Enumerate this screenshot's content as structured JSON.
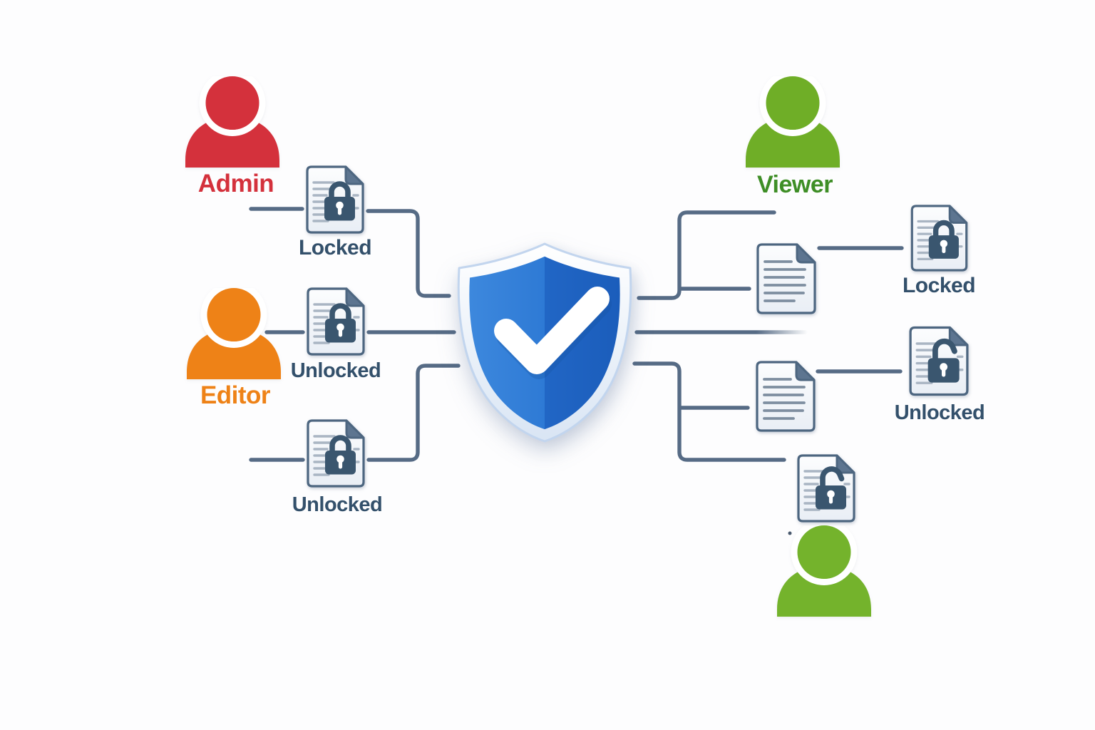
{
  "diagram_title": "",
  "actors": [
    {
      "id": "admin",
      "label": "Admin",
      "color": "#d4313c"
    },
    {
      "id": "editor",
      "label": "Editor",
      "color": "#ee8217"
    },
    {
      "id": "viewer",
      "label": "Viewer",
      "color": "#6fae27"
    },
    {
      "id": "viewer-2",
      "label": "",
      "color": "#74b32c"
    }
  ],
  "left_docs": [
    {
      "label": "Locked",
      "lock": "closed"
    },
    {
      "label": "Unlocked",
      "lock": "closed"
    },
    {
      "label": "Unlocked",
      "lock": "closed"
    }
  ],
  "right_docs": [
    {
      "label": "Locked",
      "lock": "closed"
    },
    {
      "label": "Unlocked",
      "lock": "open"
    }
  ],
  "unlabeled_docs": {
    "right_plain_text_docs": 2,
    "bottom_open_lock_docs": 1
  },
  "shield": {
    "glyph": "checkmark"
  },
  "colors": {
    "admin": "#d4313c",
    "editor": "#ee8217",
    "viewer": "#6fae27",
    "viewer-text": "#3e8e26",
    "viewer2": "#74b32c",
    "connector": "#566b85",
    "doc-label": "#33506b",
    "doc-border": "#4d6680",
    "doc-fold": "#5d7590",
    "doc-line": "#a9b5c3",
    "lock": "#3a566f",
    "shield-left": "#2f7cd6",
    "shield-right": "#2067c6",
    "shield-rim-border": "#c2d5ee",
    "check": "#ffffff",
    "background": "#fdfdfe"
  }
}
